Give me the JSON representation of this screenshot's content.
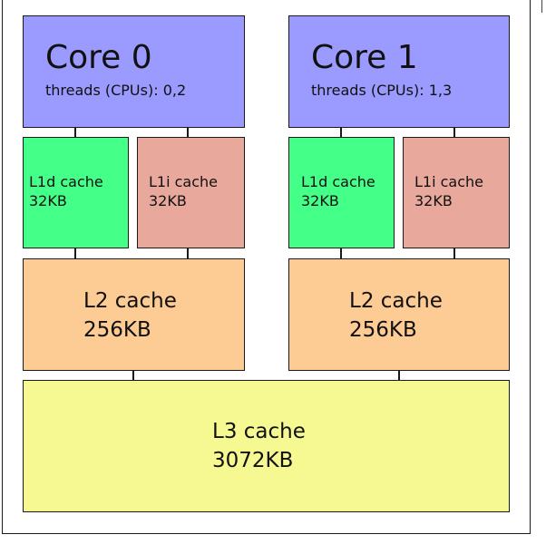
{
  "cores": [
    {
      "title": "Core 0",
      "threads": "threads (CPUs): 0,2"
    },
    {
      "title": "Core 1",
      "threads": "threads (CPUs): 1,3"
    }
  ],
  "l1d": [
    {
      "name": "L1d cache",
      "size": "32KB"
    },
    {
      "name": "L1d cache",
      "size": "32KB"
    }
  ],
  "l1i": [
    {
      "name": "L1i cache",
      "size": "32KB"
    },
    {
      "name": "L1i cache",
      "size": "32KB"
    }
  ],
  "l2": [
    {
      "name": "L2 cache",
      "size": "256KB"
    },
    {
      "name": "L2 cache",
      "size": "256KB"
    }
  ],
  "l3": {
    "name": "L3 cache",
    "size": "3072KB"
  },
  "colors": {
    "core": "#9a9aff",
    "l1d": "#44ff88",
    "l1i": "#e8a89c",
    "l2": "#fdcb94",
    "l3": "#f6f992"
  }
}
